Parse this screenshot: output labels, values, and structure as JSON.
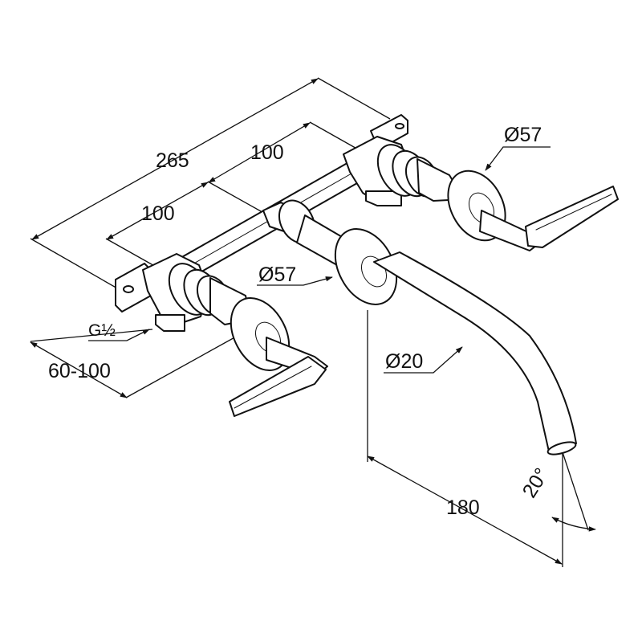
{
  "dimensions": {
    "overall_width": "265",
    "center_spacing_top": "100",
    "center_spacing_left": "100",
    "rosette_diameter_right": "Ø57",
    "rosette_diameter_center": "Ø57",
    "thread_size": "G½",
    "wall_depth_range": "60-100",
    "spout_diameter": "Ø20",
    "spout_projection": "180",
    "spout_angle": "20°"
  }
}
